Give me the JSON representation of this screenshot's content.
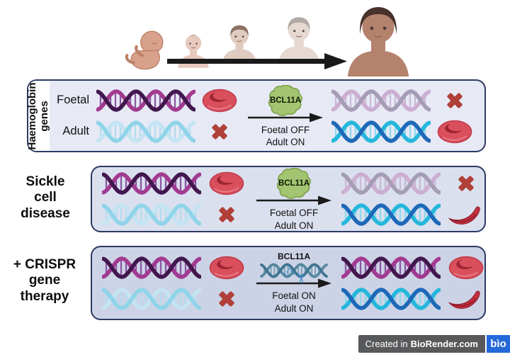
{
  "colors": {
    "panel_border": "#2c3a64",
    "panel1_bg": "#e7eaf5",
    "panel2_bg": "#dbe0ee",
    "panel3_bg": "#cdd3e6",
    "arrow": "#1a1a1a",
    "cross": "#b04038",
    "rbc_main": "#d94f5c",
    "rbc_rim": "#c23d4d",
    "rbc_dark": "#9e2433",
    "rbc_highlight": "#ea7a86",
    "sickle_main": "#c4303f",
    "sickle_dark": "#8e1b2a",
    "blob_fill": "#a3c571",
    "blob_stroke": "#7a9f49",
    "scissors": "#3f8fd1",
    "badge_bg": "#58595b",
    "logo_bg": "#2368d9"
  },
  "dna_variants": {
    "foetal_active": {
      "s1": "#41174d",
      "s2": "#a23a90",
      "rung": "#8a56a5"
    },
    "adult_inactive": {
      "s1": "#8fd4e9",
      "s2": "#c5e4f3",
      "rung": "#b3dcee"
    },
    "foetal_faded": {
      "s1": "#a59cb5",
      "s2": "#cbaed1",
      "rung": "#c9b9d6"
    },
    "adult_active": {
      "s1": "#1e68b8",
      "s2": "#25b7dc",
      "rung": "#8fd8ec"
    },
    "crispr_target": {
      "s1": "#3e7490",
      "s2": "#55889f",
      "rung": "#6f9ab0"
    }
  },
  "timeline": {
    "figures": [
      {
        "icon": "foetus-icon",
        "skin": "#d8a18c",
        "shade": "#bd8066"
      },
      {
        "icon": "infant-icon",
        "skin": "#e7c9be",
        "hair": "#bba69c",
        "hairstyle": "tuft"
      },
      {
        "icon": "child-icon",
        "skin": "#e0cbc0",
        "hair": "#8d7164",
        "hairstyle": "cap"
      },
      {
        "icon": "adolescent-icon",
        "skin": "#e4d5cf",
        "hair": "#aaa19d",
        "hairstyle": "cap",
        "opacity": 0.9
      },
      {
        "icon": "adult-icon",
        "skin": "#b5826d",
        "hair": "#47332b",
        "hairstyle": "full"
      }
    ]
  },
  "panels": [
    {
      "side_label": "Haemoglobin\ngenes",
      "row_labels": [
        "Foetal",
        "Adult"
      ],
      "before_rows": [
        {
          "dna": "foetal_active",
          "cell": "rbc"
        },
        {
          "dna": "adult_inactive",
          "cell": "cross"
        }
      ],
      "factor_label": "BCL11A",
      "caption": "Foetal OFF\nAdult ON",
      "after_rows": [
        {
          "dna": "foetal_faded",
          "cell": "cross"
        },
        {
          "dna": "adult_active",
          "cell": "rbc"
        }
      ]
    },
    {
      "side_label": "Sickle\ncell\ndisease",
      "before_rows": [
        {
          "dna": "foetal_active",
          "cell": "rbc"
        },
        {
          "dna": "adult_inactive",
          "cell": "cross"
        }
      ],
      "factor_label": "BCL11A",
      "caption": "Foetal OFF\nAdult ON",
      "after_rows": [
        {
          "dna": "foetal_faded",
          "cell": "cross"
        },
        {
          "dna": "adult_active",
          "cell": "sickle"
        }
      ]
    },
    {
      "side_label": "+ CRISPR\ngene\ntherapy",
      "before_rows": [
        {
          "dna": "foetal_active",
          "cell": "rbc"
        },
        {
          "dna": "adult_inactive",
          "cell": "cross"
        }
      ],
      "factor_label": "BCL11A",
      "target_dna": "crispr_target",
      "caption": "Foetal ON\nAdult ON",
      "after_rows": [
        {
          "dna": "foetal_active",
          "cell": "rbc"
        },
        {
          "dna": "adult_active",
          "cell": "sickle"
        }
      ]
    }
  ],
  "footer": {
    "created_prefix": "Created in ",
    "brand": "BioRender.com",
    "logo_text": "bìo"
  }
}
